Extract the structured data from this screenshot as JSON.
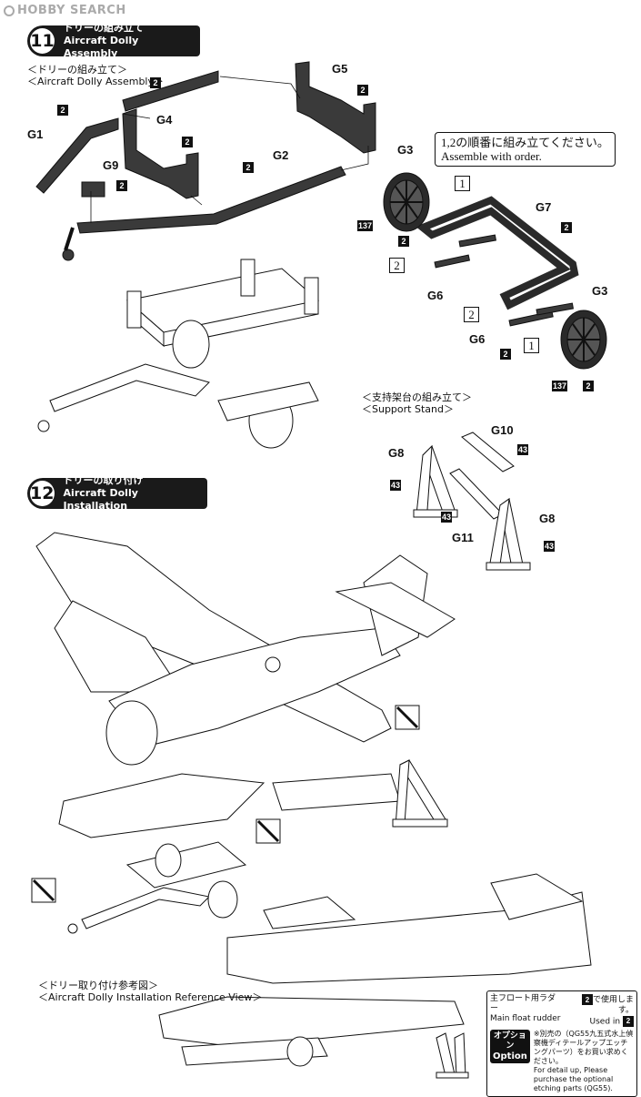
{
  "watermark": "HOBBY SEARCH",
  "step11": {
    "number": "11",
    "title_jp": "ドリーの組み立て",
    "title_en": "Aircraft Dolly Assembly",
    "sub_jp": "＜ドリーの組み立て＞",
    "sub_en": "＜Aircraft Dolly Assembly＞"
  },
  "step12": {
    "number": "12",
    "title_jp": "ドリーの取り付け",
    "title_en": "Aircraft Dolly Installation"
  },
  "parts": {
    "g1": "G1",
    "g2": "G2",
    "g3a": "G3",
    "g3b": "G3",
    "g4": "G4",
    "g5": "G5",
    "g6a": "G6",
    "g6b": "G6",
    "g7": "G7",
    "g8a": "G8",
    "g8b": "G8",
    "g9": "G9",
    "g10": "G10",
    "g11": "G11"
  },
  "color_codes": {
    "c2": "2",
    "c137": "137",
    "c43": "43"
  },
  "order_note": {
    "jp": "1,2の順番に組み立てください。",
    "en": "Assemble with order."
  },
  "order_marks": {
    "one": "1",
    "two": "2"
  },
  "support_stand": {
    "jp": "＜支持架台の組み立て＞",
    "en": "＜Support Stand＞"
  },
  "reference_view": {
    "jp": "＜ドリー取り付け参考図＞",
    "en": "＜Aircraft Dolly Installation Reference View＞"
  },
  "rudder_note": {
    "jp": "主フロート用ラダー",
    "en": "Main float rudder",
    "use_jp": "で使用します。",
    "use_en": "Used in",
    "mark": "2"
  },
  "option": {
    "label_jp": "オプション",
    "label_en": "Option",
    "text_jp": "※別売の（QG55九五式水上偵察機ディテールアップエッチングパーツ）をお買い求めください。",
    "text_en": "For detail up, Please purchase the optional etching parts (QG55)."
  },
  "colors": {
    "ink": "#111111",
    "part_fill": "#3a3a3a",
    "paper": "#ffffff"
  }
}
